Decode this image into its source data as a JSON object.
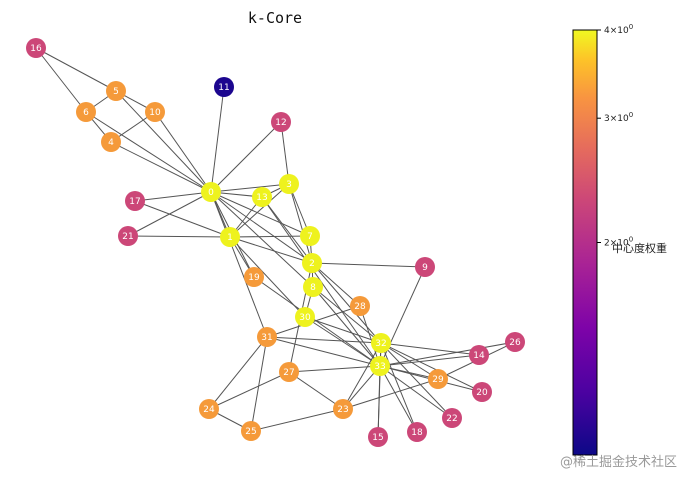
{
  "title": "k-Core",
  "colorbar": {
    "label": "中心度权重",
    "ticks": [
      {
        "base": "4",
        "exp": "0",
        "value": 4
      },
      {
        "base": "3",
        "exp": "0",
        "value": 3
      },
      {
        "base": "2",
        "exp": "0",
        "value": 2
      }
    ],
    "min": 1,
    "max": 4
  },
  "watermark": "@稀土掘金技术社区",
  "colors": {
    "core4": "#eef21e",
    "core3": "#f59a3a",
    "core2": "#cc4778",
    "core1": "#1c068f",
    "edge": "#555555"
  },
  "nodes": [
    {
      "id": "0",
      "core": 4
    },
    {
      "id": "1",
      "core": 4
    },
    {
      "id": "2",
      "core": 4
    },
    {
      "id": "3",
      "core": 4
    },
    {
      "id": "4",
      "core": 3
    },
    {
      "id": "5",
      "core": 3
    },
    {
      "id": "6",
      "core": 3
    },
    {
      "id": "7",
      "core": 4
    },
    {
      "id": "8",
      "core": 4
    },
    {
      "id": "9",
      "core": 2
    },
    {
      "id": "10",
      "core": 3
    },
    {
      "id": "11",
      "core": 1
    },
    {
      "id": "12",
      "core": 2
    },
    {
      "id": "13",
      "core": 4
    },
    {
      "id": "14",
      "core": 2
    },
    {
      "id": "15",
      "core": 2
    },
    {
      "id": "16",
      "core": 2
    },
    {
      "id": "17",
      "core": 2
    },
    {
      "id": "18",
      "core": 2
    },
    {
      "id": "19",
      "core": 3
    },
    {
      "id": "20",
      "core": 2
    },
    {
      "id": "21",
      "core": 2
    },
    {
      "id": "22",
      "core": 2
    },
    {
      "id": "23",
      "core": 3
    },
    {
      "id": "24",
      "core": 3
    },
    {
      "id": "25",
      "core": 3
    },
    {
      "id": "26",
      "core": 2
    },
    {
      "id": "27",
      "core": 3
    },
    {
      "id": "28",
      "core": 3
    },
    {
      "id": "29",
      "core": 3
    },
    {
      "id": "30",
      "core": 4
    },
    {
      "id": "31",
      "core": 3
    },
    {
      "id": "32",
      "core": 4
    },
    {
      "id": "33",
      "core": 4
    }
  ],
  "edges": [
    [
      "0",
      "1"
    ],
    [
      "0",
      "2"
    ],
    [
      "0",
      "3"
    ],
    [
      "0",
      "4"
    ],
    [
      "0",
      "5"
    ],
    [
      "0",
      "6"
    ],
    [
      "0",
      "7"
    ],
    [
      "0",
      "8"
    ],
    [
      "0",
      "10"
    ],
    [
      "0",
      "11"
    ],
    [
      "0",
      "12"
    ],
    [
      "0",
      "13"
    ],
    [
      "0",
      "17"
    ],
    [
      "0",
      "19"
    ],
    [
      "0",
      "21"
    ],
    [
      "0",
      "31"
    ],
    [
      "1",
      "2"
    ],
    [
      "1",
      "3"
    ],
    [
      "1",
      "7"
    ],
    [
      "1",
      "13"
    ],
    [
      "1",
      "17"
    ],
    [
      "1",
      "19"
    ],
    [
      "1",
      "21"
    ],
    [
      "1",
      "30"
    ],
    [
      "2",
      "3"
    ],
    [
      "2",
      "7"
    ],
    [
      "2",
      "8"
    ],
    [
      "2",
      "9"
    ],
    [
      "2",
      "13"
    ],
    [
      "2",
      "27"
    ],
    [
      "2",
      "28"
    ],
    [
      "2",
      "32"
    ],
    [
      "3",
      "7"
    ],
    [
      "3",
      "12"
    ],
    [
      "3",
      "13"
    ],
    [
      "4",
      "6"
    ],
    [
      "4",
      "10"
    ],
    [
      "5",
      "6"
    ],
    [
      "5",
      "10"
    ],
    [
      "5",
      "16"
    ],
    [
      "6",
      "16"
    ],
    [
      "8",
      "30"
    ],
    [
      "8",
      "32"
    ],
    [
      "8",
      "33"
    ],
    [
      "9",
      "33"
    ],
    [
      "13",
      "33"
    ],
    [
      "14",
      "32"
    ],
    [
      "14",
      "33"
    ],
    [
      "15",
      "32"
    ],
    [
      "15",
      "33"
    ],
    [
      "18",
      "32"
    ],
    [
      "18",
      "33"
    ],
    [
      "19",
      "33"
    ],
    [
      "20",
      "32"
    ],
    [
      "20",
      "33"
    ],
    [
      "22",
      "32"
    ],
    [
      "22",
      "33"
    ],
    [
      "23",
      "25"
    ],
    [
      "23",
      "27"
    ],
    [
      "23",
      "29"
    ],
    [
      "23",
      "32"
    ],
    [
      "23",
      "33"
    ],
    [
      "24",
      "25"
    ],
    [
      "24",
      "27"
    ],
    [
      "24",
      "31"
    ],
    [
      "25",
      "31"
    ],
    [
      "26",
      "29"
    ],
    [
      "26",
      "33"
    ],
    [
      "27",
      "33"
    ],
    [
      "28",
      "31"
    ],
    [
      "28",
      "33"
    ],
    [
      "29",
      "32"
    ],
    [
      "29",
      "33"
    ],
    [
      "30",
      "32"
    ],
    [
      "30",
      "33"
    ],
    [
      "31",
      "32"
    ],
    [
      "31",
      "33"
    ],
    [
      "32",
      "33"
    ]
  ]
}
